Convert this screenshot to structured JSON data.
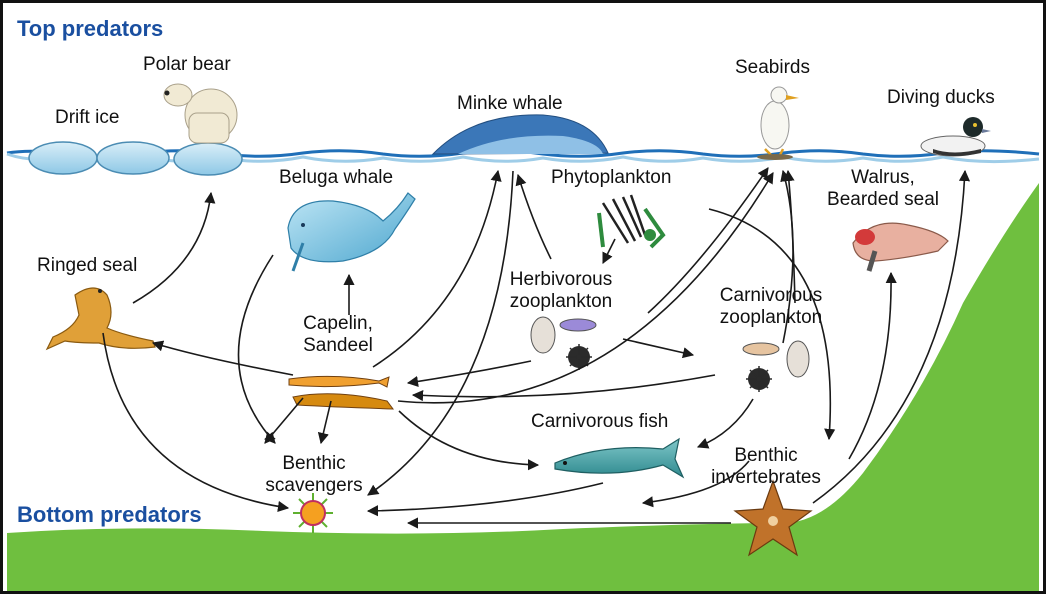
{
  "headings": {
    "top": "Top predators",
    "bottom": "Bottom predators"
  },
  "labels": {
    "polar_bear": "Polar bear",
    "drift_ice": "Drift ice",
    "minke_whale": "Minke whale",
    "seabirds": "Seabirds",
    "diving_ducks": "Diving ducks",
    "beluga_whale": "Beluga whale",
    "phytoplankton": "Phytoplankton",
    "walrus": "Walrus,",
    "bearded_seal": "Bearded seal",
    "ringed_seal": "Ringed seal",
    "herbivorous_1": "Herbivorous",
    "herbivorous_2": "zooplankton",
    "carnivorous_1": "Carnivorous",
    "carnivorous_2": "zooplankton",
    "capelin_1": "Capelin,",
    "capelin_2": "Sandeel",
    "carnivorous_fish": "Carnivorous fish",
    "benthic_1": "Benthic",
    "benthic_2": "scavengers",
    "benthic_inv_1": "Benthic",
    "benthic_inv_2": "invertebrates"
  },
  "colors": {
    "heading": "#1a4fa0",
    "water_line": "#1f6fb8",
    "ice": "#a9d6ee",
    "ground": "#6fbf3f",
    "arrow": "#1a1a1a"
  },
  "icons": [
    "polar-bear-icon",
    "drift-ice-icon",
    "minke-whale-icon",
    "seabird-icon",
    "diving-duck-icon",
    "beluga-whale-icon",
    "phytoplankton-icon",
    "walrus-icon",
    "ringed-seal-icon",
    "herbivorous-zooplankton-icon",
    "carnivorous-zooplankton-icon",
    "capelin-icon",
    "carnivorous-fish-icon",
    "benthic-scavenger-icon",
    "starfish-icon"
  ]
}
